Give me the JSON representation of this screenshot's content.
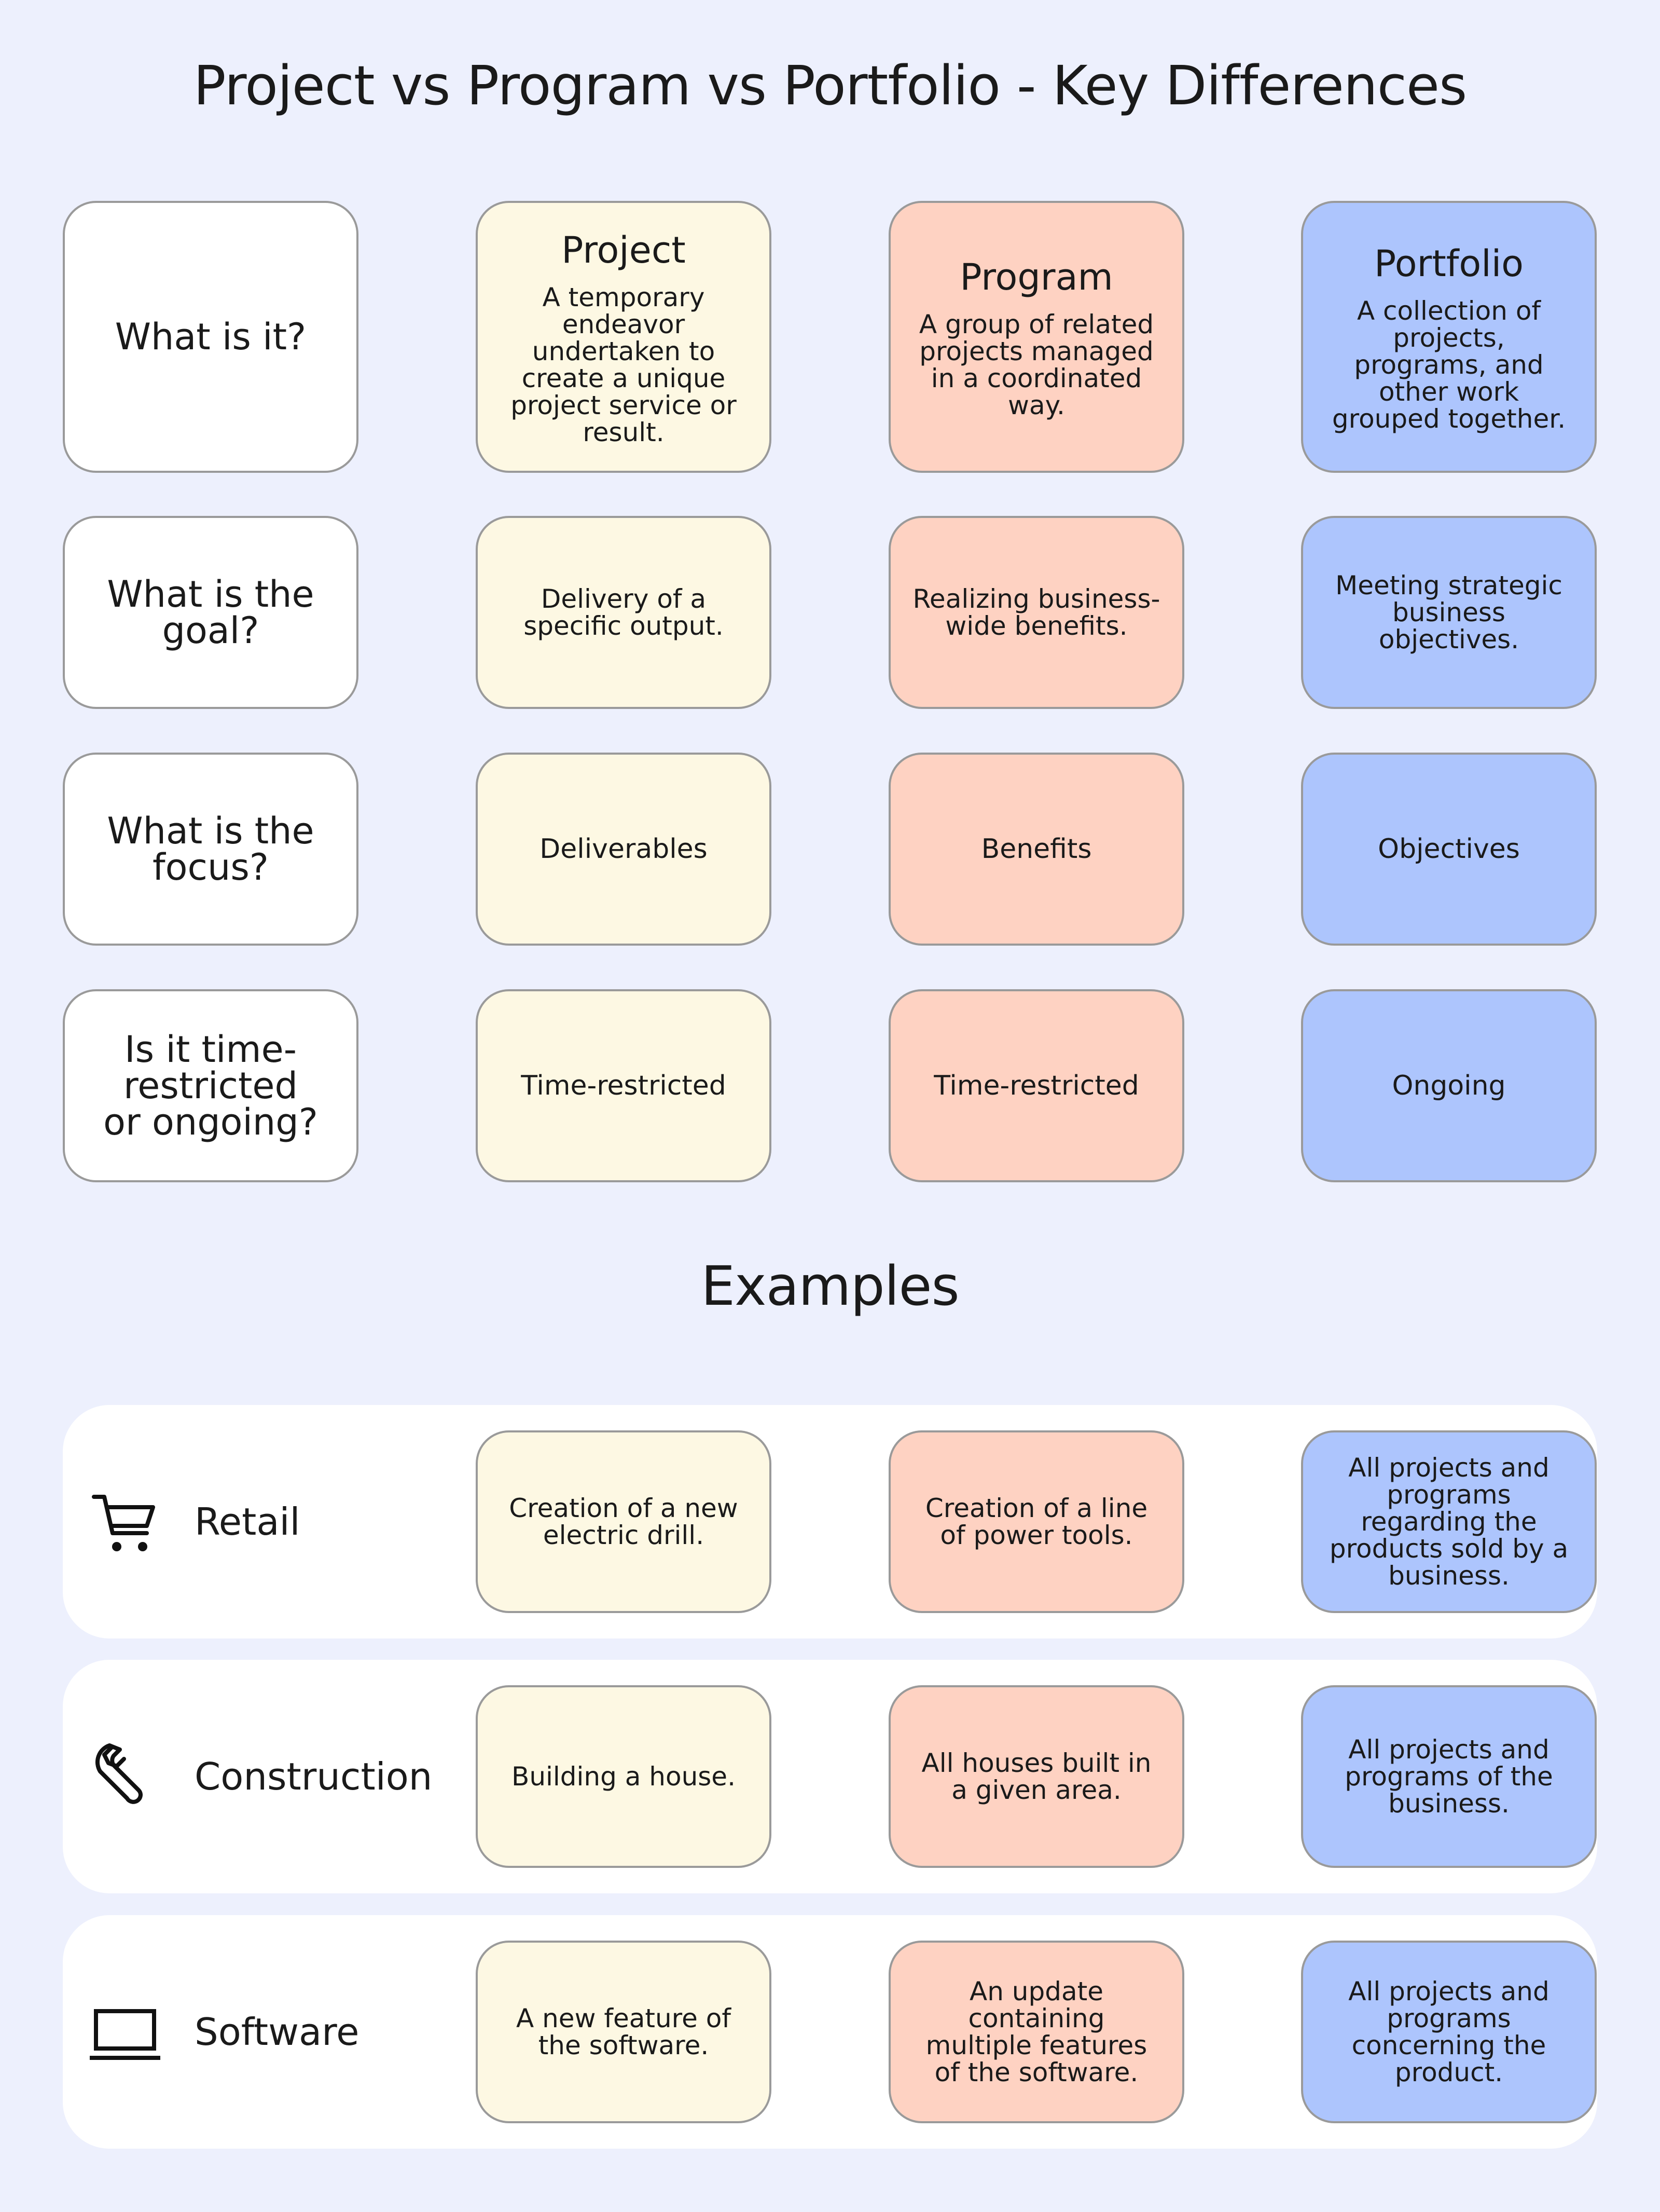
{
  "title": "Project vs Program vs Portfolio - Key Differences",
  "columns": {
    "project": {
      "heading": "Project",
      "definition": "A temporary endeavor undertaken to create a unique project service or result.",
      "goal": "Delivery of a specific output.",
      "focus": "Deliverables",
      "duration": "Time-restricted"
    },
    "program": {
      "heading": "Program",
      "definition": "A group of related projects managed in a coordinated way.",
      "goal": "Realizing business-wide benefits.",
      "focus": "Benefits",
      "duration": "Time-restricted"
    },
    "portfolio": {
      "heading": "Portfolio",
      "definition": "A collection of projects, programs, and other work grouped together.",
      "goal": "Meeting strategic business objectives.",
      "focus": "Objectives",
      "duration": "Ongoing"
    }
  },
  "questions": {
    "what": "What is it?",
    "goal": "What is the goal?",
    "focus": "What is the focus?",
    "duration": "Is it time-restricted or ongoing?"
  },
  "examples_title": "Examples",
  "examples": {
    "retail": {
      "label": "Retail",
      "icon": "shopping-cart-icon",
      "project": "Creation of a new electric drill.",
      "program": "Creation of a line of power tools.",
      "portfolio": "All projects and programs regarding the products sold by a business."
    },
    "construction": {
      "label": "Construction",
      "icon": "wrench-icon",
      "project": "Building a house.",
      "program": "All houses built in a given area.",
      "portfolio": "All projects and programs of the business."
    },
    "software": {
      "label": "Software",
      "icon": "laptop-icon",
      "project": "A new feature of the software.",
      "program": "An update containing multiple features of the software.",
      "portfolio": "All projects and programs concerning the product."
    }
  },
  "colors": {
    "background": "#edf0fd",
    "project": "#fdf8e3",
    "program": "#fed2c2",
    "portfolio": "#adc5fd",
    "question": "#ffffff"
  }
}
